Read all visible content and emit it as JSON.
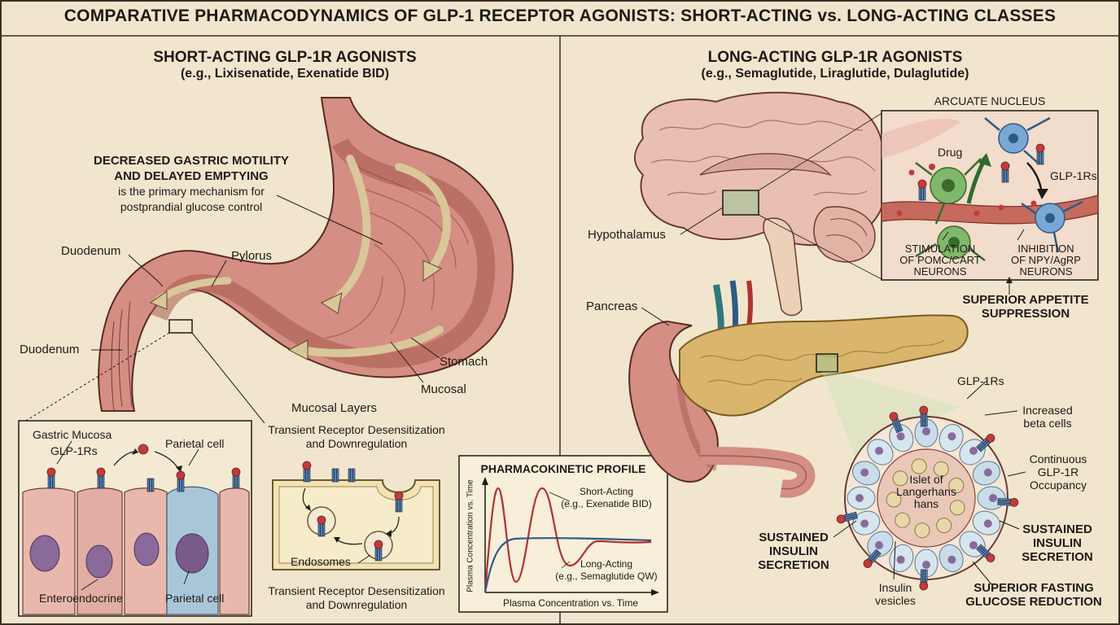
{
  "title": "COMPARATIVE PHARMACODYNAMICS OF GLP-1 RECEPTOR AGONISTS: SHORT-ACTING vs. LONG-ACTING CLASSES",
  "left": {
    "heading": "SHORT-ACTING GLP-1R AGONISTS",
    "examples": "(e.g., Lixisenatide, Exenatide BID)",
    "callout_line1": "DECREASED GASTRIC MOTILITY",
    "callout_line2": "AND DELAYED EMPTYING",
    "callout_line3": "is the primary mechanism for",
    "callout_line4": "postprandial glucose control",
    "labels": {
      "duodenum_top": "Duodenum",
      "pylorus": "Pylorus",
      "duodenum_left": "Duodenum",
      "stomach": "Stomach",
      "mucosal": "Mucosal",
      "mucosal_layers": "Mucosal Layers"
    },
    "mucosa_inset": {
      "title": "Gastric Mucosa",
      "glp1rs": "GLP-1Rs",
      "parietal_top": "Parietal cell",
      "enteroendocrine": "Enteroendocrine",
      "parietal_bottom": "Parietal cell"
    },
    "desens": {
      "top_line1": "Transient Receptor Desensitization",
      "top_line2": "and Downregulation",
      "endosomes": "Endosomes",
      "bottom_line1": "Transient Receptor Desensitization",
      "bottom_line2": "and Downregulation"
    }
  },
  "pk": {
    "title": "PHARMACOKINETIC PROFILE",
    "ylabel": "Plasma Concentration vs. Time",
    "xlabel": "Plasma Concentration vs. Time",
    "short_label_line1": "Short-Acting",
    "short_label_line2": "(e.g., Exenatide BID)",
    "long_label_line1": "Long-Acting",
    "long_label_line2": "(e.g., Semaglutide QW)"
  },
  "right": {
    "heading": "LONG-ACTING GLP-1R AGONISTS",
    "examples": "(e.g., Semaglutide, Liraglutide, Dulaglutide)",
    "arcuate": {
      "title": "ARCUATE NUCLEUS",
      "drug": "Drug",
      "glp1rs": "GLP-1Rs",
      "stim_line1": "STIMULATION",
      "stim_line2": "OF POMC/CART",
      "stim_line3": "NEURONS",
      "inhib_line1": "INHIBITION",
      "inhib_line2": "OF NPY/AgRP",
      "inhib_line3": "NEURONS"
    },
    "hypothalamus": "Hypothalamus",
    "appetite_line1": "SUPERIOR APPETITE",
    "appetite_line2": "SUPPRESSION",
    "pancreas": "Pancreas",
    "islet": {
      "glp1rs": "GLP-1Rs",
      "increased_line1": "Increased",
      "increased_line2": "beta cells",
      "continuous_line1": "Continuous",
      "continuous_line2": "GLP-1R",
      "continuous_line3": "Occupancy",
      "islet_line1": "Islet of",
      "islet_line2": "Langerhans",
      "islet_line3": "hans",
      "sustained_left_line1": "SUSTAINED",
      "sustained_left_line2": "INSULIN",
      "sustained_left_line3": "SECRETION",
      "sustained_right_line1": "SUSTAINED",
      "sustained_right_line2": "INSULIN",
      "sustained_right_line3": "SECRETION",
      "vesicles_line1": "Insulin",
      "vesicles_line2": "vesicles",
      "fasting_line1": "SUPERIOR FASTING",
      "fasting_line2": "GLUCOSE REDUCTION"
    }
  },
  "colors": {
    "background": "#f1e6cd",
    "ink": "#1e1a16",
    "stomach": "#d48e83",
    "stomach_dark": "#a5574f",
    "mucosa_cell": "#e9b8ad",
    "parietal_cell": "#a9c6d8",
    "pancreas": "#d9b56e",
    "brain": "#e8bfb0",
    "neuron_green": "#7fb86a",
    "neuron_blue": "#7aa7d4",
    "receptor": "#4f7fb0",
    "ligand": "#c23b3b",
    "short_curve": "#b3302f",
    "long_curve": "#2e5a8a"
  }
}
